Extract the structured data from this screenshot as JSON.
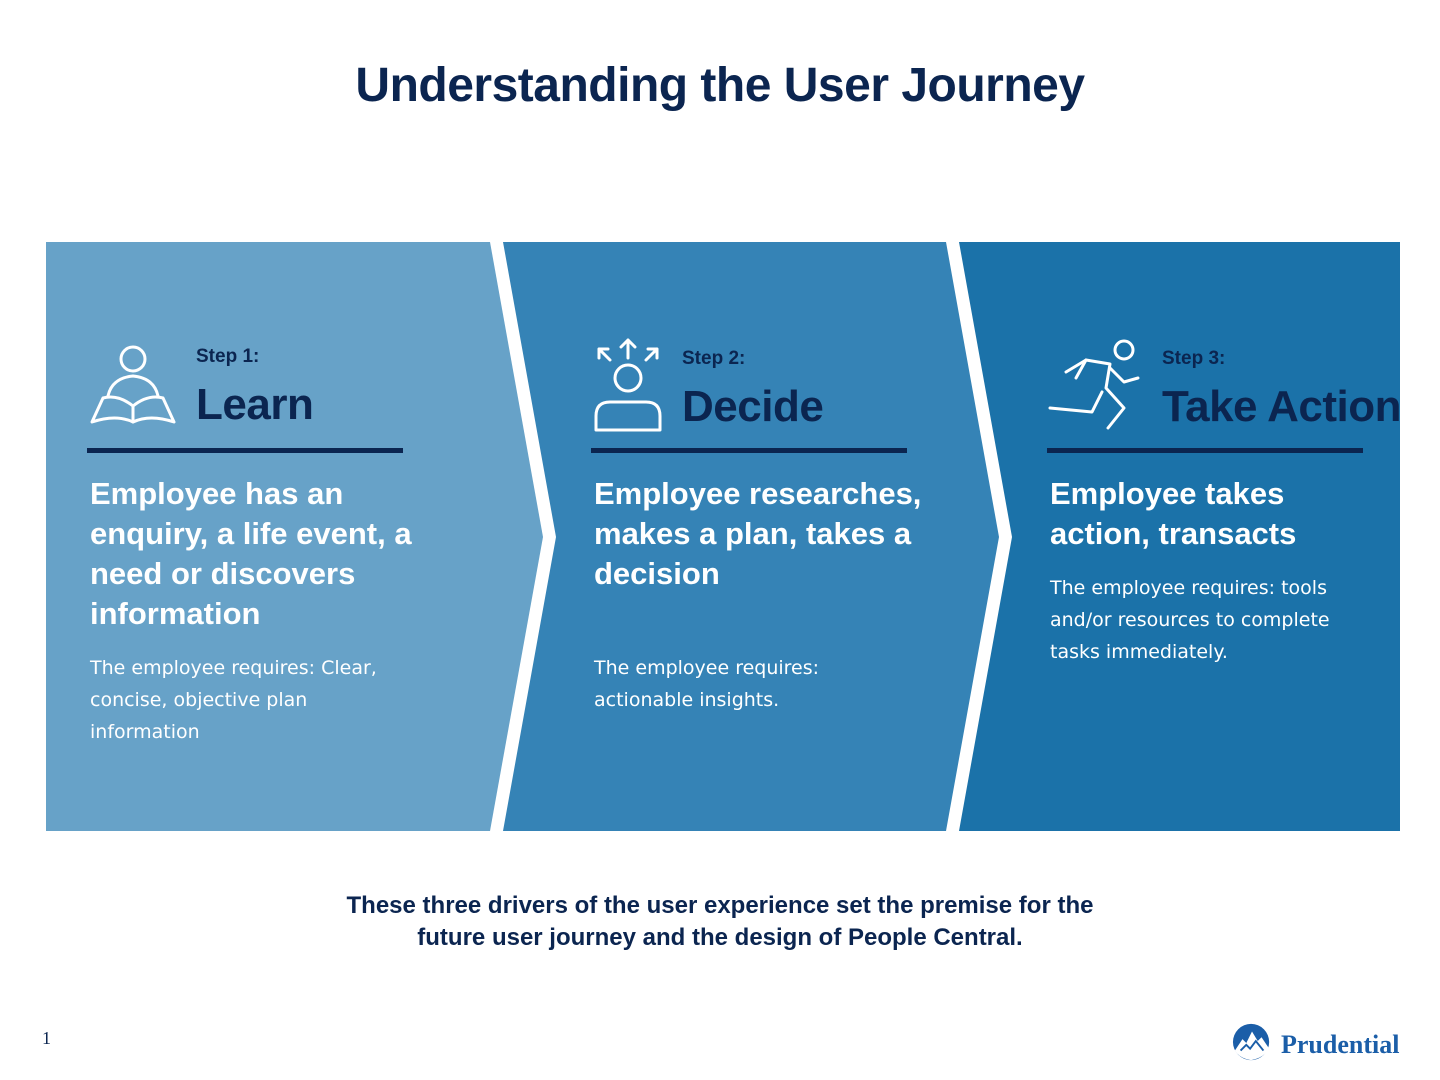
{
  "title": "Understanding the User Journey",
  "steps": [
    {
      "label": "Step 1:",
      "name": "Learn",
      "icon": "reading-person-icon",
      "headline": "Employee has an enquiry, a life event, a need or discovers information",
      "description": "The employee requires: Clear, concise, objective plan information",
      "color": "#67a2c8"
    },
    {
      "label": "Step 2:",
      "name": "Decide",
      "icon": "deciding-person-icon",
      "headline": "Employee researches, makes a plan, takes a decision",
      "description": "The employee requires: actionable insights.",
      "color": "#3583b6"
    },
    {
      "label": "Step 3:",
      "name": "Take Action",
      "icon": "running-person-icon",
      "headline": "Employee takes action, transacts",
      "description": "The employee requires: tools and/or resources to complete tasks immediately.",
      "color": "#1b72a9"
    }
  ],
  "footer_note": "These three drivers of the user experience set the premise for the future user journey and the design of People Central.",
  "page_number": "1",
  "brand": "Prudential",
  "colors": {
    "navy": "#0b2550",
    "brand_blue": "#1b5ea8"
  }
}
